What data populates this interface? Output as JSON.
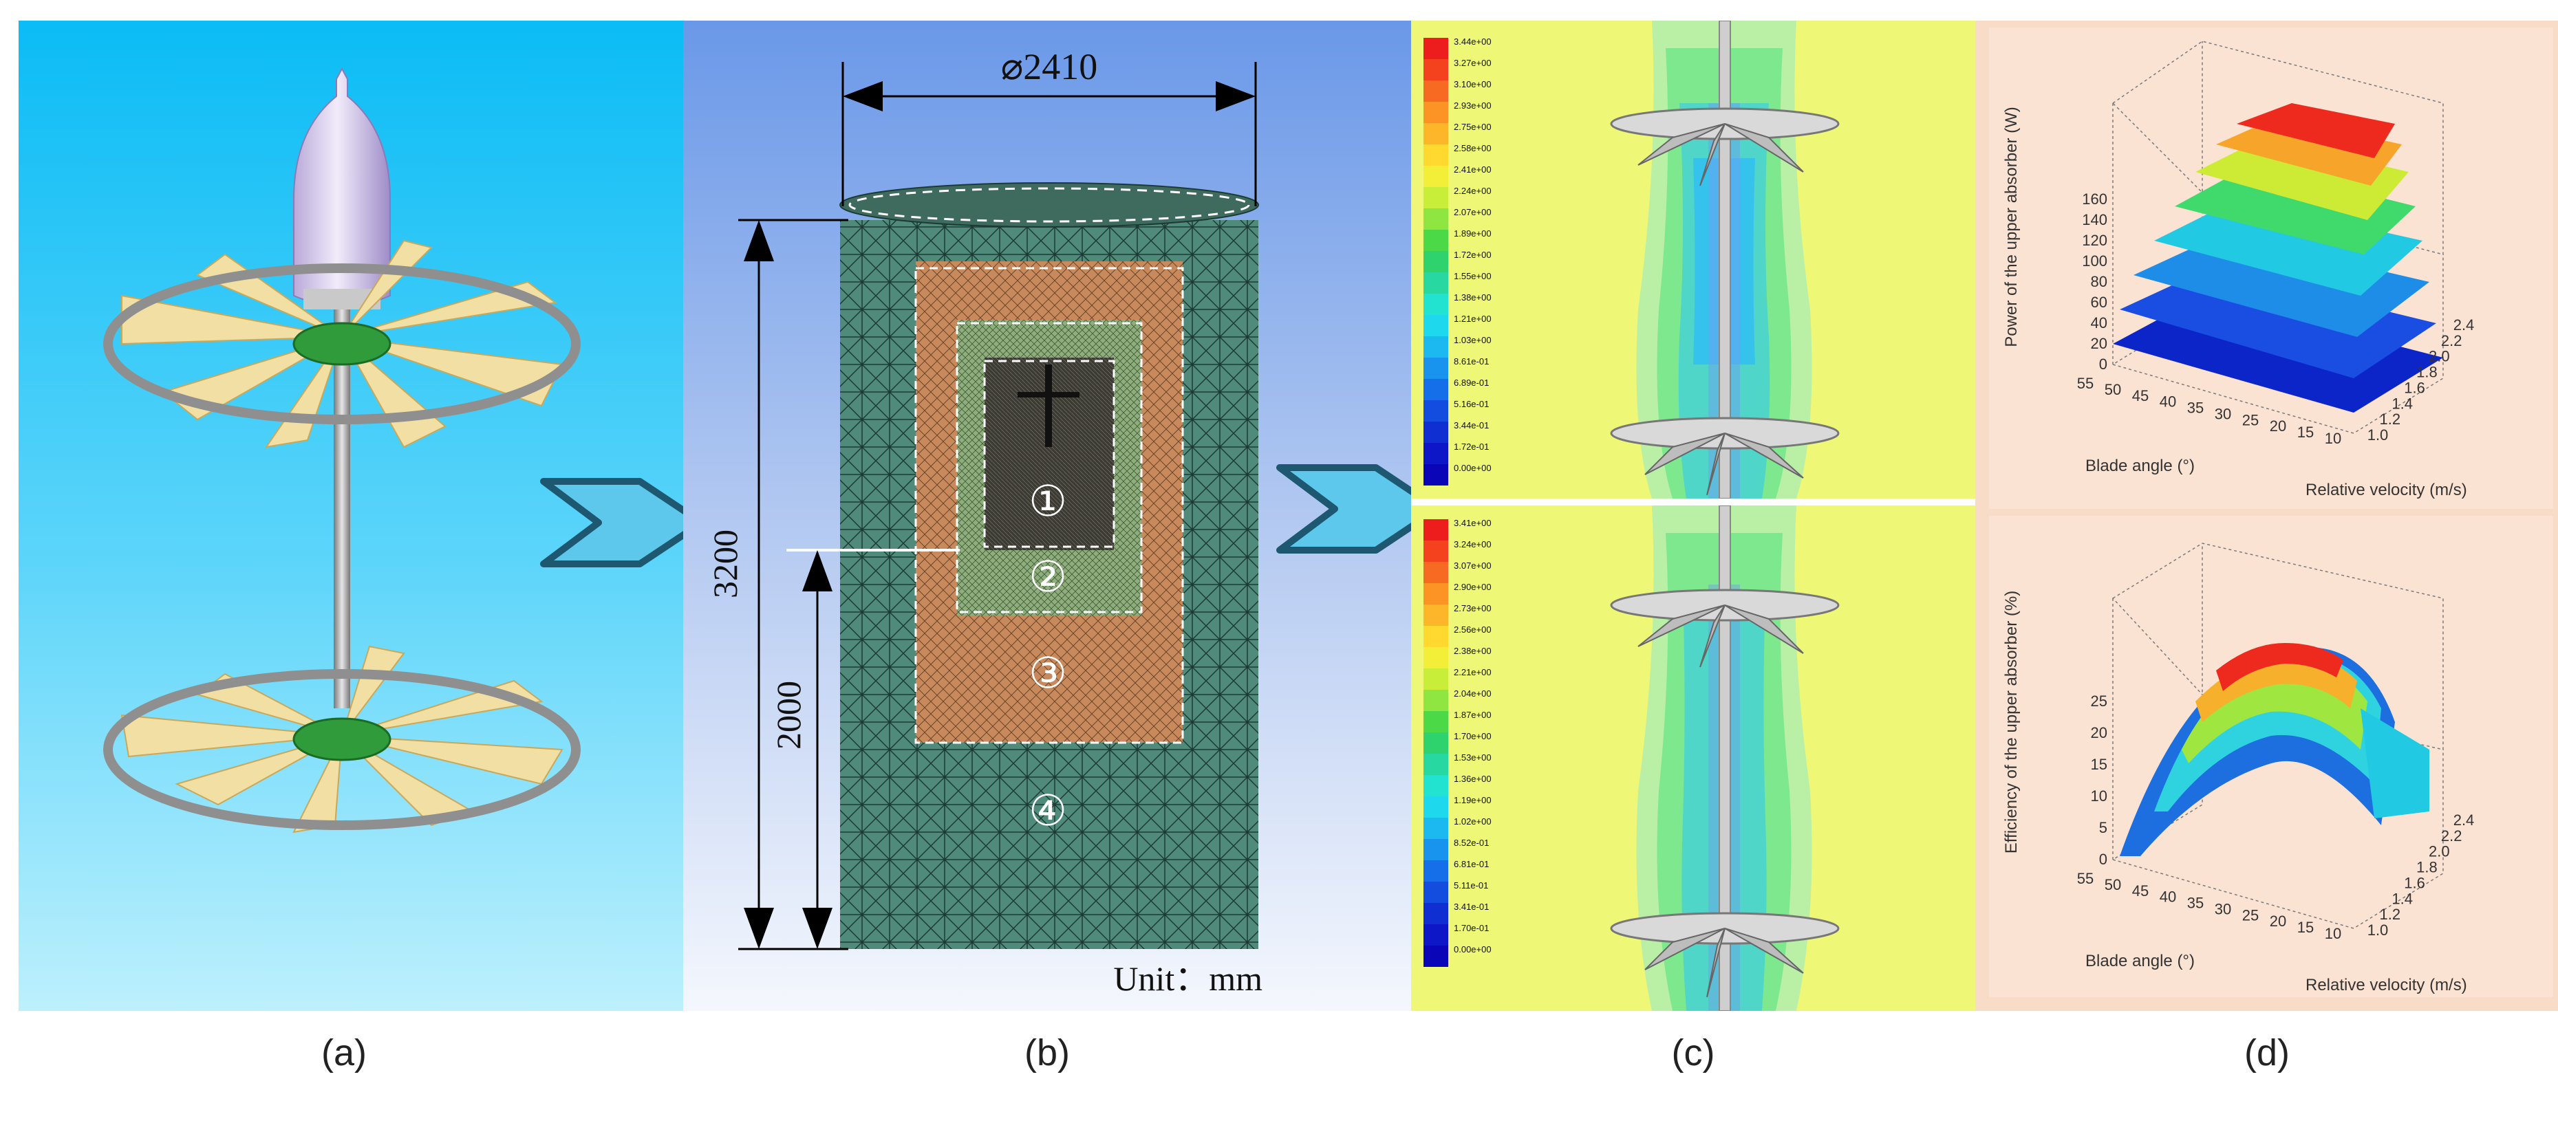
{
  "panel_a": {
    "caption": "(a)"
  },
  "panel_b": {
    "caption": "(b)",
    "diameter_label": "⌀2410",
    "height_total_label": "3200",
    "height_lower_label": "2000",
    "unit_label": "Unit：mm",
    "zone_labels": [
      "①",
      "②",
      "③",
      "④"
    ]
  },
  "panel_c": {
    "caption": "(c)",
    "legend_top": [
      "3.44e+00",
      "3.27e+00",
      "3.10e+00",
      "2.93e+00",
      "2.75e+00",
      "2.58e+00",
      "2.41e+00",
      "2.24e+00",
      "2.07e+00",
      "1.89e+00",
      "1.72e+00",
      "1.55e+00",
      "1.38e+00",
      "1.21e+00",
      "1.03e+00",
      "8.61e-01",
      "6.89e-01",
      "5.16e-01",
      "3.44e-01",
      "1.72e-01",
      "0.00e+00"
    ],
    "legend_bottom": [
      "3.41e+00",
      "3.24e+00",
      "3.07e+00",
      "2.90e+00",
      "2.73e+00",
      "2.56e+00",
      "2.38e+00",
      "2.21e+00",
      "2.04e+00",
      "1.87e+00",
      "1.70e+00",
      "1.53e+00",
      "1.36e+00",
      "1.19e+00",
      "1.02e+00",
      "8.52e-01",
      "6.81e-01",
      "5.11e-01",
      "3.41e-01",
      "1.70e-01",
      "0.00e+00"
    ],
    "legend_colors": [
      "#ee1d1d",
      "#f4421f",
      "#f76a22",
      "#fb9424",
      "#fdb62a",
      "#ffd930",
      "#f3ef38",
      "#c9ee3a",
      "#8fe640",
      "#4bd948",
      "#2fd36e",
      "#27d9a0",
      "#22e3cf",
      "#1ed8ee",
      "#1bb9f0",
      "#1894ee",
      "#156fe8",
      "#124ddf",
      "#0f2fd3",
      "#0d17c7",
      "#0a06b8"
    ]
  },
  "panel_d": {
    "caption": "(d)",
    "top_chart": {
      "zlabel": "Power of the upper absorber (W)",
      "xlabel": "Blade angle (°)",
      "ylabel": "Relative velocity (m/s)",
      "z_ticks": [
        "0",
        "20",
        "40",
        "60",
        "80",
        "100",
        "120",
        "140",
        "160"
      ],
      "x_ticks": [
        "55",
        "50",
        "45",
        "40",
        "35",
        "30",
        "25",
        "20",
        "15",
        "10"
      ],
      "y_ticks": [
        "1.0",
        "1.2",
        "1.4",
        "1.6",
        "1.8",
        "2.0",
        "2.2",
        "2.4"
      ]
    },
    "bottom_chart": {
      "zlabel": "Efficiency of the upper absorber (%)",
      "xlabel": "Blade angle (°)",
      "ylabel": "Relative velocity (m/s)",
      "z_ticks": [
        "0",
        "5",
        "10",
        "15",
        "20",
        "25"
      ],
      "x_ticks": [
        "55",
        "50",
        "45",
        "40",
        "35",
        "30",
        "25",
        "20",
        "15",
        "10"
      ],
      "y_ticks": [
        "1.0",
        "1.2",
        "1.4",
        "1.6",
        "1.8",
        "2.0",
        "2.2",
        "2.4"
      ]
    }
  }
}
